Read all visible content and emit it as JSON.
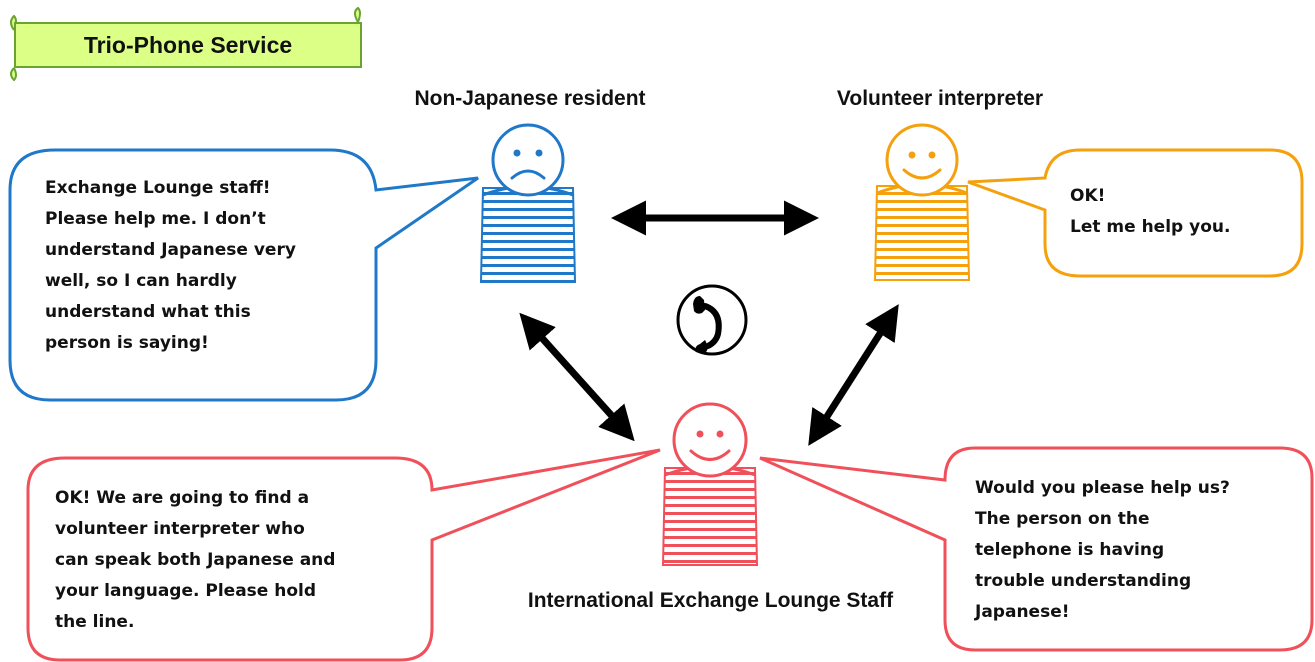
{
  "title": "Trio-Phone Service",
  "labels": {
    "resident": "Non-Japanese resident",
    "interpreter": "Volunteer interpreter",
    "staff": "International Exchange Lounge Staff"
  },
  "bubbles": {
    "resident": "Exchange Lounge staff!\nPlease help me. I don’t\nunderstand Japanese very\nwell, so I can hardly\nunderstand what this\nperson is saying!",
    "interpreter": "OK!\nLet me help you.",
    "staff_left": "OK! We are going to find a\nvolunteer interpreter who\ncan speak both Japanese and\nyour language. Please hold\nthe line.",
    "staff_right": "Would you please help us?\nThe person on the\ntelephone is having\ntrouble understanding\nJapanese!"
  },
  "colors": {
    "resident": "#1f78c8",
    "interpreter": "#f4a10d",
    "staff": "#f0505a",
    "title_fill": "#dcff86",
    "title_border": "#6aa332",
    "arrow": "#000000"
  },
  "icons": [
    "telephone-icon",
    "double-arrow-icon",
    "person-icon"
  ]
}
